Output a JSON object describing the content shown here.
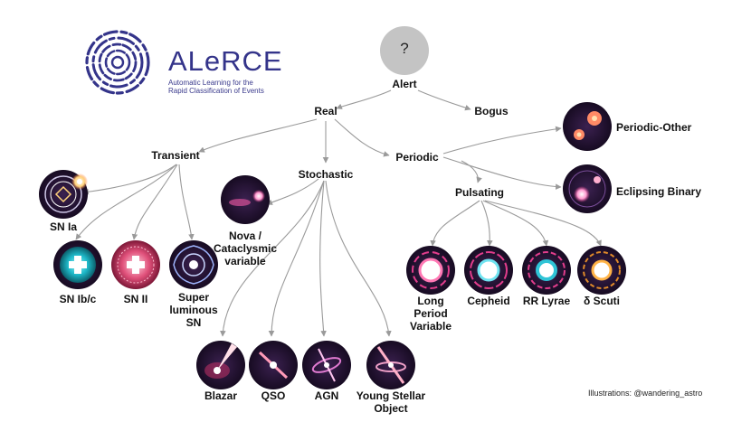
{
  "logo": {
    "name": "ALeRCE",
    "tagline_line1": "Automatic Learning for the",
    "tagline_line2": "Rapid Classification of Events"
  },
  "root": {
    "symbol": "?",
    "label": "Alert"
  },
  "nodes": {
    "real": "Real",
    "bogus": "Bogus",
    "transient": "Transient",
    "stochastic": "Stochastic",
    "periodic": "Periodic",
    "pulsating": "Pulsating",
    "sn_ia": "SN Ia",
    "sn_ibc": "SN Ib/c",
    "sn_ii": "SN II",
    "slsn_line1": "Super",
    "slsn_line2": "luminous",
    "slsn_line3": "SN",
    "nova_line1": "Nova /",
    "nova_line2": "Cataclysmic",
    "nova_line3": "variable",
    "blazar": "Blazar",
    "qso": "QSO",
    "agn": "AGN",
    "yso_line1": "Young Stellar",
    "yso_line2": "Object",
    "periodic_other": "Periodic-Other",
    "eclipsing_binary": "Eclipsing Binary",
    "lpv_line1": "Long",
    "lpv_line2": "Period",
    "lpv_line3": "Variable",
    "cepheid": "Cepheid",
    "rr_lyrae": "RR Lyrae",
    "delta_scuti": "δ Scuti"
  },
  "credit": "Illustrations: @wandering_astro",
  "colors": {
    "logo": "#34348a",
    "edge": "#9a9a9a",
    "disc_dark": "#1e0f2a",
    "alert_circle": "#c4c4c4",
    "sn_ibc": "#1fb9c9",
    "sn_ii": "#e0507a",
    "pulsator_ring": "#e23d8c"
  }
}
